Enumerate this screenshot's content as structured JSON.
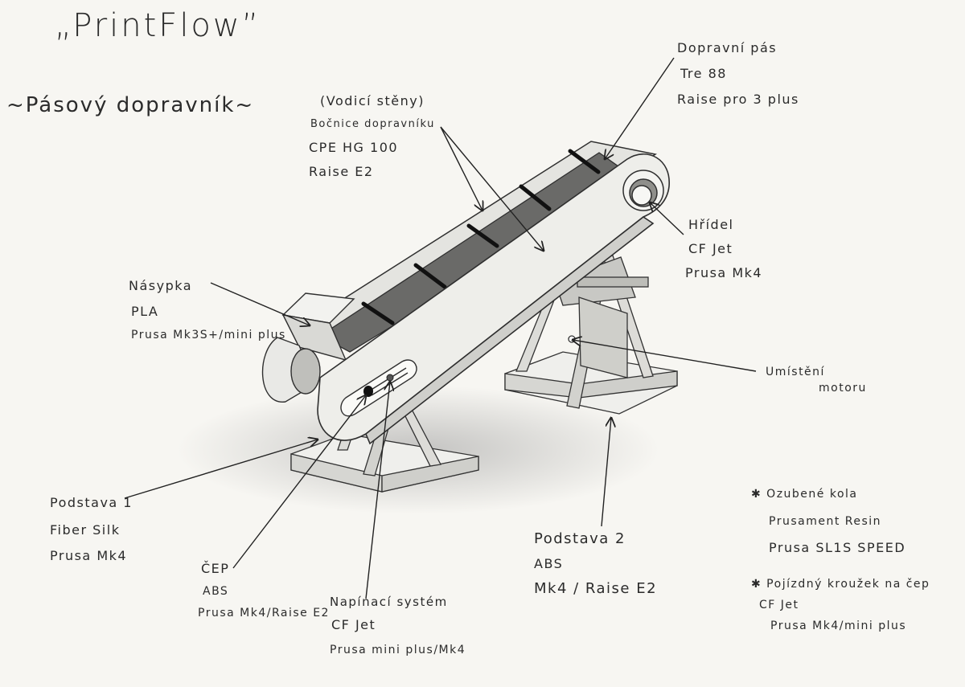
{
  "title": "„PrintFlow”",
  "subtitle": "~Pásový dopravník~",
  "parts": {
    "belt": {
      "name": "Dopravní pás",
      "material": "Tre 88",
      "printer": "Raise pro 3 plus"
    },
    "side_walls": {
      "note": "(Vodicí stěny)",
      "name": "Bočnice dopravníku",
      "material": "CPE HG 100",
      "printer": "Raise E2"
    },
    "shaft": {
      "name": "Hřídel",
      "material": "CF Jet",
      "printer": "Prusa Mk4"
    },
    "hopper": {
      "name": "Násypka",
      "material": "PLA",
      "printer": "Prusa Mk3S+/mini plus"
    },
    "motor": {
      "line1": "Umístění",
      "line2": "motoru"
    },
    "base1": {
      "name": "Podstava 1",
      "material": "Fiber Silk",
      "printer": "Prusa Mk4"
    },
    "pin": {
      "name": "ČEP",
      "material": "ABS",
      "printer": "Prusa Mk4/Raise E2"
    },
    "tensioner": {
      "name": "Napínací systém",
      "material": "CF Jet",
      "printer": "Prusa mini plus/Mk4"
    },
    "base2": {
      "name": "Podstava 2",
      "material": "ABS",
      "printer": "Mk4 / Raise E2"
    }
  },
  "notes": [
    {
      "name": "✱ Ozubené kola",
      "material": "Prusament Resin",
      "printer": "Prusa SL1S SPEED"
    },
    {
      "name": "✱ Pojízdný kroužek na čep",
      "material": "CF Jet",
      "printer": "Prusa Mk4/mini plus"
    }
  ]
}
